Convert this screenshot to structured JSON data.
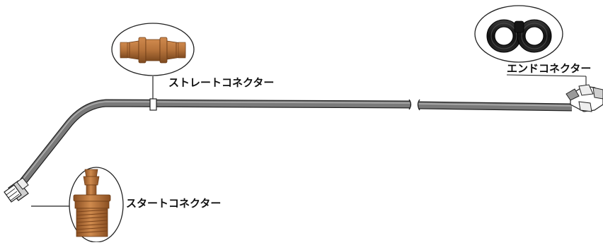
{
  "labels": {
    "straight_connector": "ストレートコネクター",
    "end_connector": "エンドコネクター",
    "start_connector": "スタートコネクター"
  },
  "colors": {
    "tube": "#777777",
    "tube_highlight": "#a8a8a8",
    "connector_brown": "#b5723a",
    "connector_brown_dark": "#8a4f22",
    "end_cap_black": "#1c1c1c",
    "outline": "#222222"
  }
}
